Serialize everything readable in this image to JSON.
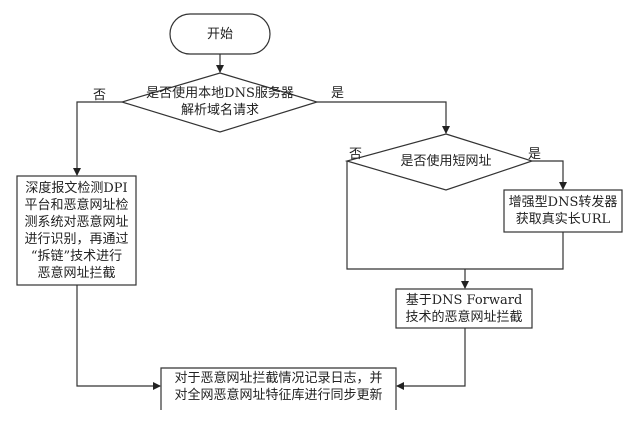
{
  "nodes": {
    "start": "开始",
    "decision_local_dns": "是否使用本地DNS服务器\n解析域名请求",
    "dpi_block": "深度报文检测DPI\n平台和恶意网址检\n测系统对恶意网址\n进行识别，再通过\n“拆链”技术进行\n恶意网址拦截",
    "decision_short_url": "是否使用短网址",
    "enhanced_dns": "增强型DNS转发器\n获取真实长URL",
    "dns_forward_block": "基于DNS Forward\n技术的恶意网址拦截",
    "log_update": "对于恶意网址拦截情况记录日志，并\n对全网恶意网址特征库进行同步更新"
  },
  "edge_labels": {
    "local_dns_no": "否",
    "local_dns_yes": "是",
    "short_url_no": "否",
    "short_url_yes": "是"
  },
  "colors": {
    "stroke": "#333333",
    "text": "#222222",
    "background": "#ffffff"
  }
}
